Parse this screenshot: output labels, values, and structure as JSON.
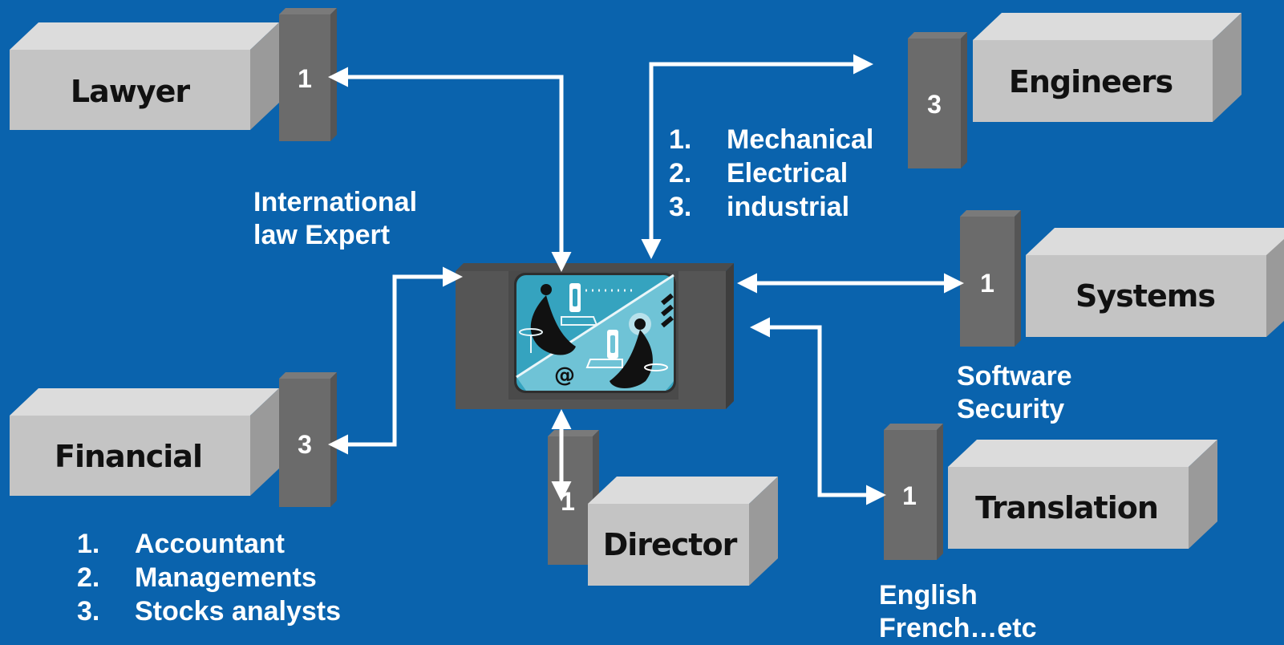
{
  "boxes": {
    "lawyer": {
      "label": "Lawyer",
      "count": "1"
    },
    "financial": {
      "label": "Financial",
      "count": "3"
    },
    "engineers": {
      "label": "Engineers",
      "count": "3"
    },
    "systems": {
      "label": "Systems",
      "count": "1"
    },
    "translation": {
      "label": "Translation",
      "count": "1"
    },
    "director": {
      "label": "Director",
      "count": "1"
    }
  },
  "notes": {
    "lawyer_line1": "International",
    "lawyer_line2": "law Expert",
    "systems_line1": "Software",
    "systems_line2": "Security",
    "translation_line1": "English",
    "translation_line2": "French…etc"
  },
  "engineers_list": [
    {
      "n": "1.",
      "text": "Mechanical"
    },
    {
      "n": "2.",
      "text": "Electrical"
    },
    {
      "n": "3.",
      "text": "industrial"
    }
  ],
  "financial_list": [
    {
      "n": "1.",
      "text": "Accountant"
    },
    {
      "n": "2.",
      "text": "Managements"
    },
    {
      "n": "3.",
      "text": "Stocks analysts"
    }
  ],
  "colors": {
    "background": "#0a63ad",
    "box_front": "#c8c8c8",
    "pillar": "#6b6b6b",
    "arrow": "#ffffff",
    "monitor_screen": "#3a9bb5"
  },
  "center_icon": "computer-network-illustration"
}
